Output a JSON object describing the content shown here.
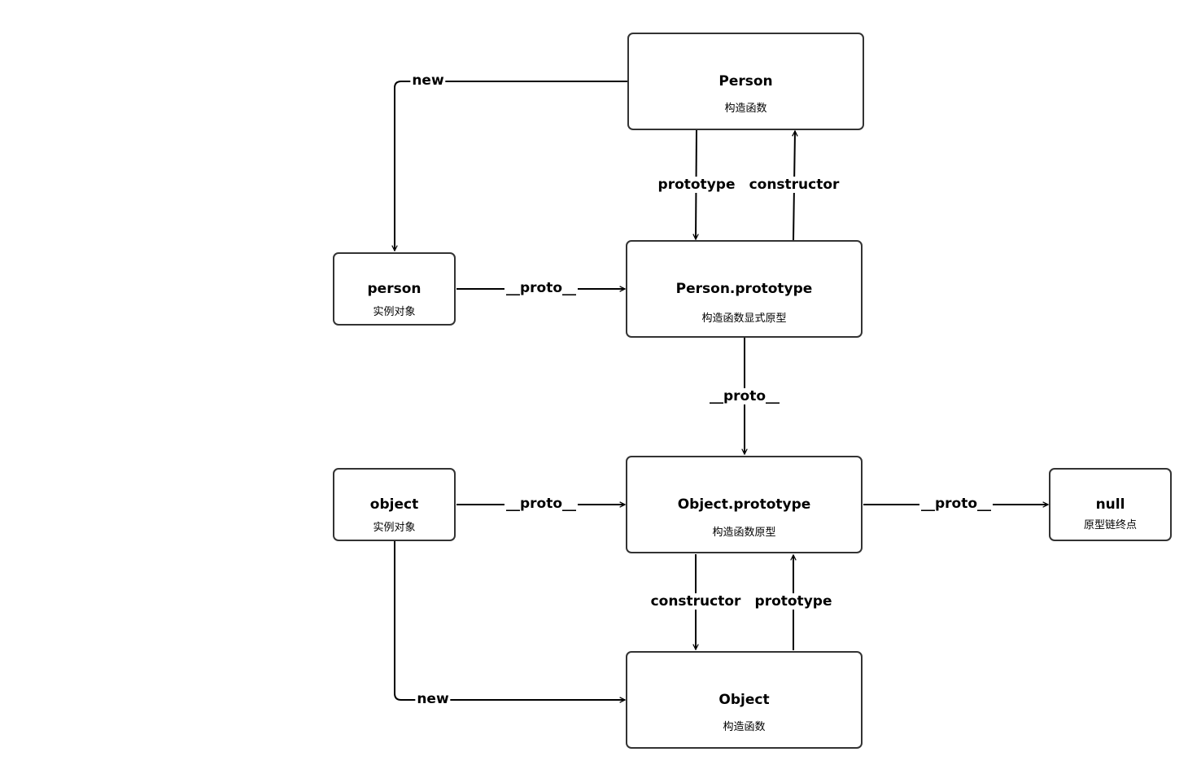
{
  "nodes": {
    "person_ctor": {
      "title": "Person",
      "subtitle": "构造函数"
    },
    "person_instance": {
      "title": "person",
      "subtitle": "实例对象"
    },
    "person_prototype": {
      "title": "Person.prototype",
      "subtitle": "构造函数显式原型"
    },
    "object_prototype": {
      "title": "Object.prototype",
      "subtitle": "构造函数原型"
    },
    "object_instance": {
      "title": "object",
      "subtitle": "实例对象"
    },
    "null_node": {
      "title": "null",
      "subtitle": "原型链终点"
    },
    "object_ctor": {
      "title": "Object",
      "subtitle": "构造函数"
    }
  },
  "edges": {
    "person_new": "new",
    "person_prototype_link": "prototype",
    "person_constructor_link": "constructor",
    "person_proto": "__proto__",
    "person_prototype_proto": "__proto__",
    "object_proto": "__proto__",
    "object_prototype_proto": "__proto__",
    "object_constructor_link": "constructor",
    "object_prototype_link": "prototype",
    "object_new": "new"
  }
}
